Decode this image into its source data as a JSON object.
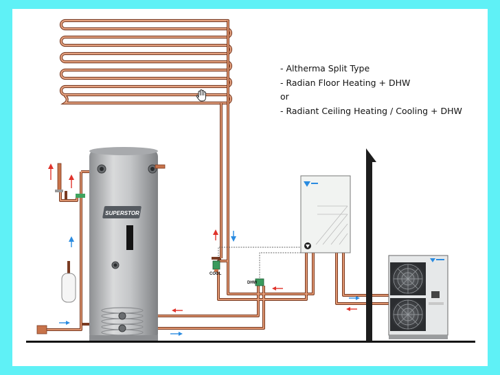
{
  "legend": {
    "items": [
      "- Altherma Split Type",
      "- Radian Floor Heating + DHW",
      "or",
      "- Radiant Ceiling Heating / Cooling + DHW"
    ]
  },
  "labels": {
    "tank_brand": "SUPERSTOR",
    "cool": "COOL",
    "dhw": "DHW"
  },
  "colors": {
    "background": "#5ff1f6",
    "pipe_copper": "#c8734a",
    "flow_hot": "#e0332b",
    "flow_cold": "#2a8be0",
    "tank_grey": "#b3b5b7",
    "unit_white": "#f1f3f1"
  },
  "icons": [
    "hand-cursor-icon",
    "daikin-logo-icon",
    "fan-icon",
    "flow-arrow-icon"
  ]
}
